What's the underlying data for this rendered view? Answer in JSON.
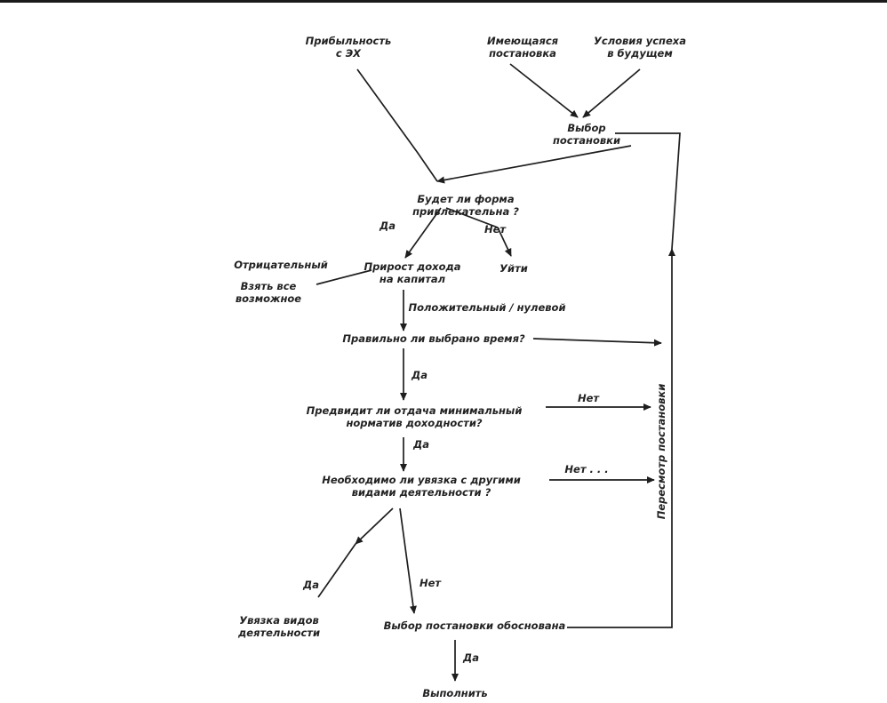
{
  "diagram": {
    "nodes": {
      "source_prob": [
        "Прибыльность",
        "с ЭХ"
      ],
      "current_state": [
        "Имеющаяся",
        "постановка"
      ],
      "conditions": [
        "Условия успеха",
        "в будущем"
      ],
      "choose_setting": [
        "Выбор",
        "постановки"
      ],
      "q_form_attractive": [
        "Будет ли форма",
        "привлекательна ?"
      ],
      "yes_1": [
        "Да"
      ],
      "no_1": [
        "Нет"
      ],
      "exit_1": [
        "Уйти"
      ],
      "negative": [
        "Отрицательный"
      ],
      "take_all": [
        "Взять все",
        "возможное"
      ],
      "revenue_flow": [
        "Прирост дохода",
        "на капитал"
      ],
      "positive_req": [
        "Положительный / нулевой"
      ],
      "q_time_right": [
        "Правильно ли выбрано время?"
      ],
      "yes_2": [
        "Да"
      ],
      "q_min_margin": [
        "Предвидит ли отдача минимальный",
        "норматив доходности?"
      ],
      "no_2": [
        "Нет"
      ],
      "yes_3": [
        "Да"
      ],
      "q_combine": [
        "Необходимо ли увязка с другими",
        "видами деятельности ?"
      ],
      "no_3": [
        "Нет . . ."
      ],
      "yes_4": [
        "Да"
      ],
      "no_4": [
        "Нет"
      ],
      "combine_choice": [
        "Увязка видов",
        "деятельности"
      ],
      "choose_combination": [
        "Выбор постановки обоснована"
      ],
      "yes_5": [
        "Да"
      ],
      "implement": [
        "Выполнить"
      ],
      "revise": [
        "Пересмотр постановки"
      ]
    }
  }
}
